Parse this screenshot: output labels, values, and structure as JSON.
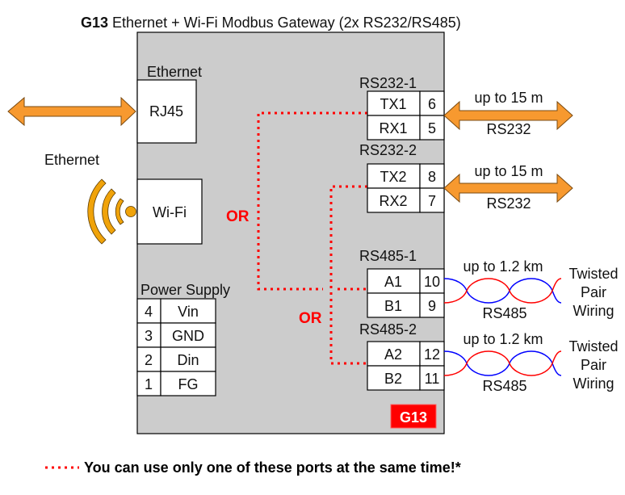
{
  "title": {
    "bold": "G13",
    "rest": " Ethernet + Wi-Fi Modbus Gateway (2x RS232/RS485)"
  },
  "ethernet": {
    "section_label": "Ethernet",
    "port_label": "RJ45",
    "external_label": "Ethernet"
  },
  "wifi": {
    "port_label": "Wi-Fi",
    "icon": "wifi-signal-icon"
  },
  "or_labels": [
    "OR",
    "OR"
  ],
  "rs232": [
    {
      "label": "RS232-1",
      "rows": [
        {
          "signal": "TX1",
          "pin": "6"
        },
        {
          "signal": "RX1",
          "pin": "5"
        }
      ],
      "distance": "up to 15 m",
      "type": "RS232"
    },
    {
      "label": "RS232-2",
      "rows": [
        {
          "signal": "TX2",
          "pin": "8"
        },
        {
          "signal": "RX2",
          "pin": "7"
        }
      ],
      "distance": "up to 15 m",
      "type": "RS232"
    }
  ],
  "rs485": [
    {
      "label": "RS485-1",
      "rows": [
        {
          "signal": "A1",
          "pin": "10"
        },
        {
          "signal": "B1",
          "pin": "9"
        }
      ],
      "distance": "up to 1.2 km",
      "type": "RS485",
      "wiring": [
        "Twisted",
        "Pair",
        "Wiring"
      ]
    },
    {
      "label": "RS485-2",
      "rows": [
        {
          "signal": "A2",
          "pin": "12"
        },
        {
          "signal": "B2",
          "pin": "11"
        }
      ],
      "distance": "up to 1.2 km",
      "type": "RS485",
      "wiring": [
        "Twisted",
        "Pair",
        "Wiring"
      ]
    }
  ],
  "power_supply": {
    "label": "Power Supply",
    "rows": [
      {
        "pin": "4",
        "name": "Vin"
      },
      {
        "pin": "3",
        "name": "GND"
      },
      {
        "pin": "2",
        "name": "Din"
      },
      {
        "pin": "1",
        "name": "FG"
      }
    ]
  },
  "badge": {
    "label": "G13",
    "color": "#ff0000"
  },
  "footer": {
    "note": "You can use only one of these ports at the same time!*"
  },
  "colors": {
    "box": "#cccccc",
    "arrow": "#f7992f",
    "dotted": "#ff0000",
    "wire_a": "#0000ff",
    "wire_b": "#ff0000"
  }
}
